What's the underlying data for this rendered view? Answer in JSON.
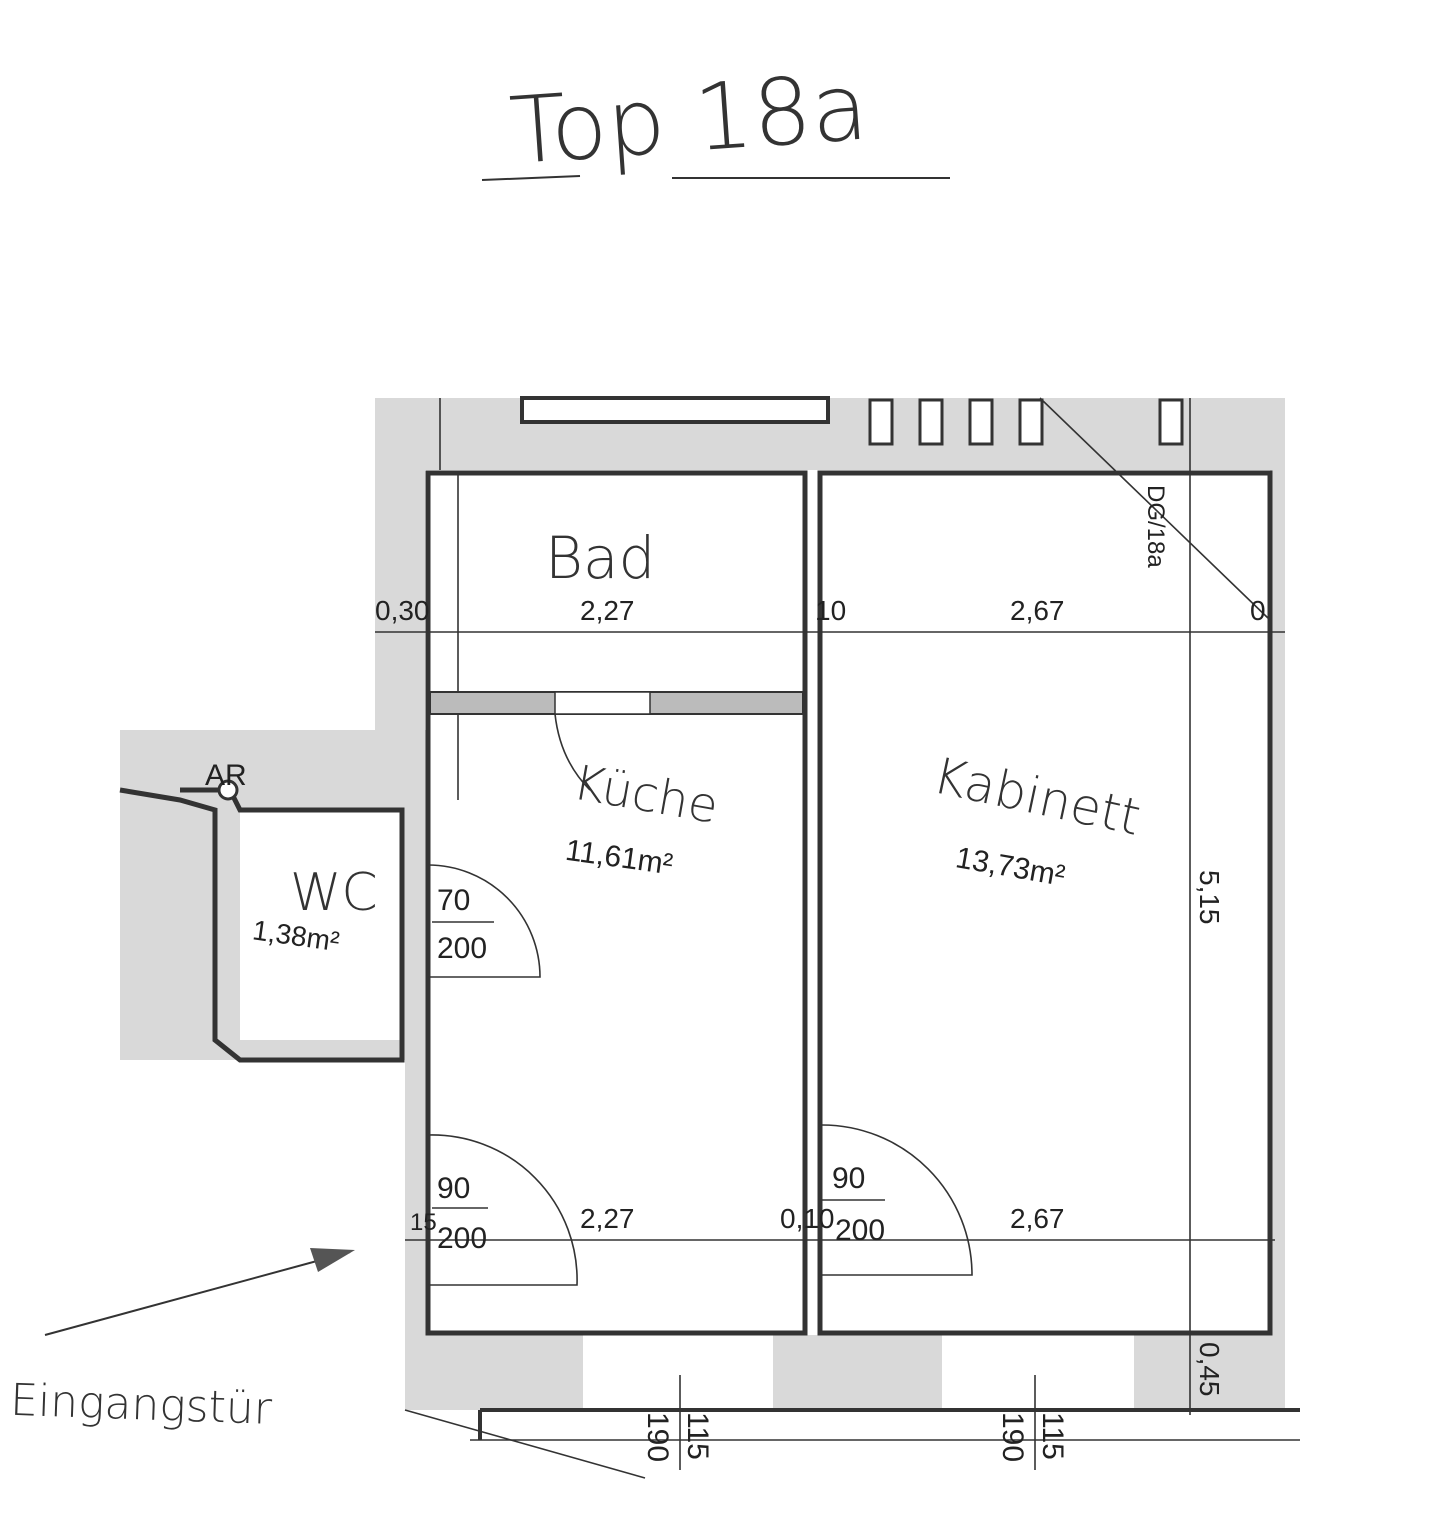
{
  "title": "Top 18a",
  "rooms": {
    "bad": {
      "name": "Bad"
    },
    "kueche": {
      "name": "Küche",
      "area": "11,61m²"
    },
    "kabinett": {
      "name": "Kabinett",
      "area": "13,73m²"
    },
    "wc": {
      "name": "WC",
      "area": "1,38m²"
    },
    "ar": {
      "name": "AR"
    }
  },
  "dimensions": {
    "top_left_wall": "0,30",
    "top_left_width": "2,27",
    "top_mid_wall": "10",
    "top_right_width": "2,67",
    "top_right_wall": "0",
    "bottom_left_wall": "15",
    "bottom_left_width": "2,27",
    "bottom_mid_wall": "0,10",
    "bottom_right_width": "2,67",
    "right_height": "5,15",
    "outer_wall": "0,45",
    "marker": "DG/18a",
    "wc_door": {
      "width": "70",
      "height": "200"
    },
    "entry_door": {
      "width": "90",
      "height": "200"
    },
    "kabinett_door": {
      "width": "90",
      "height": "200"
    },
    "window_left": {
      "width": "115",
      "height": "190"
    },
    "window_right": {
      "width": "115",
      "height": "190"
    }
  },
  "annotation": "Eingangstür",
  "colors": {
    "wall_fill": "#d9d9d9",
    "line": "#333333"
  }
}
